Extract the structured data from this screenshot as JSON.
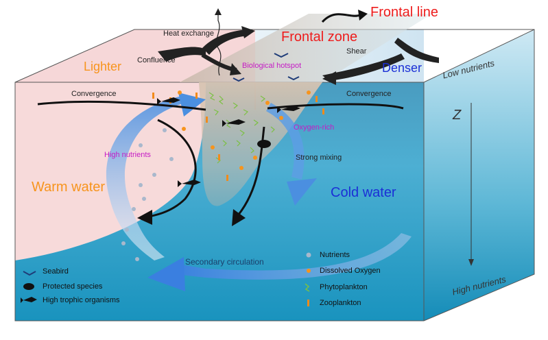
{
  "labels": {
    "frontal_line": "Frontal line",
    "frontal_zone": "Frontal zone",
    "heat_exchange": "Heat exchange",
    "confluence": "Confluence",
    "shear": "Shear",
    "lighter": "Lighter",
    "denser": "Denser",
    "biological_hotspot": "Biological hotspot",
    "convergence_left": "Convergence",
    "convergence_right": "Convergence",
    "oxygen_rich": "Oxygen-rich",
    "high_nutrients_mid": "High nutrients",
    "strong_mixing": "Strong mixing",
    "warm_water": "Warm water",
    "cold_water": "Cold water",
    "secondary_circulation": "Secondary circulation",
    "low_nutrients": "Low nutrients",
    "z_axis": "Z",
    "high_nutrients_side": "High nutrients"
  },
  "legend_left": [
    {
      "icon": "seabird-icon",
      "label": "Seabird"
    },
    {
      "icon": "turtle-icon",
      "label": "Protected species"
    },
    {
      "icon": "fish-icon",
      "label": "High trophic organisms"
    }
  ],
  "legend_right": [
    {
      "icon": "nutrient-icon",
      "label": "Nutrients"
    },
    {
      "icon": "oxygen-icon",
      "label": "Dissolved Oxygen"
    },
    {
      "icon": "phytoplankton-icon",
      "label": "Phytoplankton"
    },
    {
      "icon": "zooplankton-icon",
      "label": "Zooplankton"
    }
  ],
  "colors": {
    "red": "#ee1c1c",
    "orange": "#f7941d",
    "blue": "#1b2fd6",
    "magenta": "#c51bc5",
    "warm_face": "#f8dede",
    "cold_top": "#d9ecf6",
    "cold_side": "#5fb6d4",
    "water_deep": "#1b9ac2",
    "arrow_blue": "#3a86d8"
  }
}
